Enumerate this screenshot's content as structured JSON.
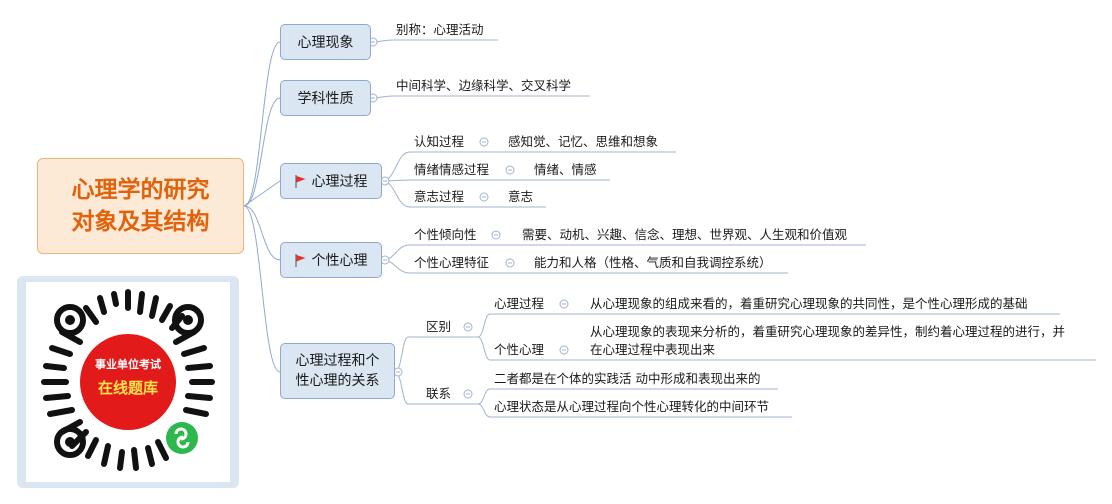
{
  "root": {
    "title": "心理学的研究\n对象及其结构"
  },
  "nodes": {
    "phenomenon": {
      "label": "心理现象",
      "items": [
        "别称：心理活动"
      ]
    },
    "discipline": {
      "label": "学科性质",
      "items": [
        "中间科学、边缘科学、交叉科学"
      ]
    },
    "process": {
      "label": "心理过程",
      "items": [
        {
          "label": "认知过程",
          "detail": "感知觉、记忆、思维和想象"
        },
        {
          "label": "情绪情感过程",
          "detail": "情绪、情感"
        },
        {
          "label": "意志过程",
          "detail": "意志"
        }
      ]
    },
    "personality": {
      "label": "个性心理",
      "items": [
        {
          "label": "个性倾向性",
          "detail": "需要、动机、兴趣、信念、理想、世界观、人生观和价值观"
        },
        {
          "label": "个性心理特征",
          "detail": "能力和人格（性格、气质和自我调控系统）"
        }
      ]
    },
    "relation": {
      "label": "心理过程和个\n性心理的关系",
      "difference": {
        "label": "区别",
        "items": [
          {
            "label": "心理过程",
            "detail": "从心理现象的组成来看的，着重研究心理现象的共同性，是个性心理形成的基础"
          },
          {
            "label": "个性心理",
            "detail_line1": "从心理现象的表现来分析的，着重研究心理现象的差异性，制约着心理过程的进行，并",
            "detail_line2": "在心理过程中表现出来"
          }
        ]
      },
      "connection": {
        "label": "联系",
        "items": [
          "二者都是在个体的实践活 动中形成和表现出来的",
          "心理状态是从心理过程向个性心理转化的中间环节"
        ]
      }
    }
  },
  "qr": {
    "line1": "事业单位考试",
    "line2": "在线题库"
  },
  "colors": {
    "node_fill": "#dbe6f3",
    "node_border": "#8ea9cc",
    "root_fill": "#fce9d6",
    "root_text": "#e2620b",
    "flag": "#e8312a"
  }
}
